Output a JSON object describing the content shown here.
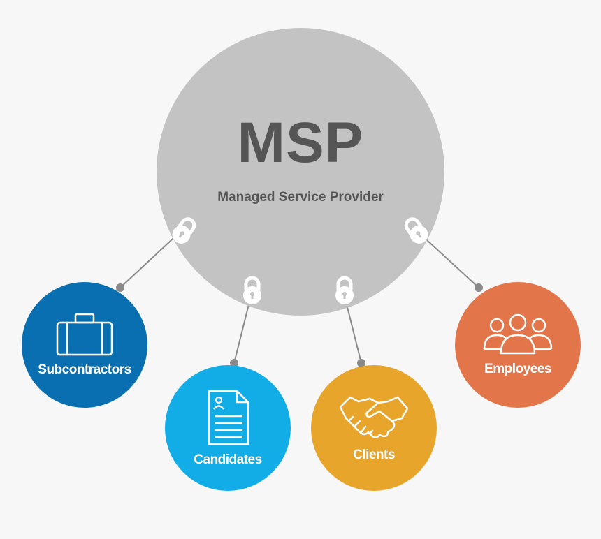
{
  "hub": {
    "title": "MSP",
    "subtitle": "Managed Service Provider",
    "color": "#c3c3c3"
  },
  "nodes": [
    {
      "key": "subcontractors",
      "label": "Subcontractors",
      "color": "#0a6fb0",
      "icon": "briefcase-icon"
    },
    {
      "key": "candidates",
      "label": "Candidates",
      "color": "#12ace6",
      "icon": "document-icon"
    },
    {
      "key": "clients",
      "label": "Clients",
      "color": "#e8a52c",
      "icon": "handshake-icon"
    },
    {
      "key": "employees",
      "label": "Employees",
      "color": "#e2754a",
      "icon": "people-icon"
    }
  ],
  "connector_color": "#8a8a8a",
  "lock_icon": "padlock-icon"
}
